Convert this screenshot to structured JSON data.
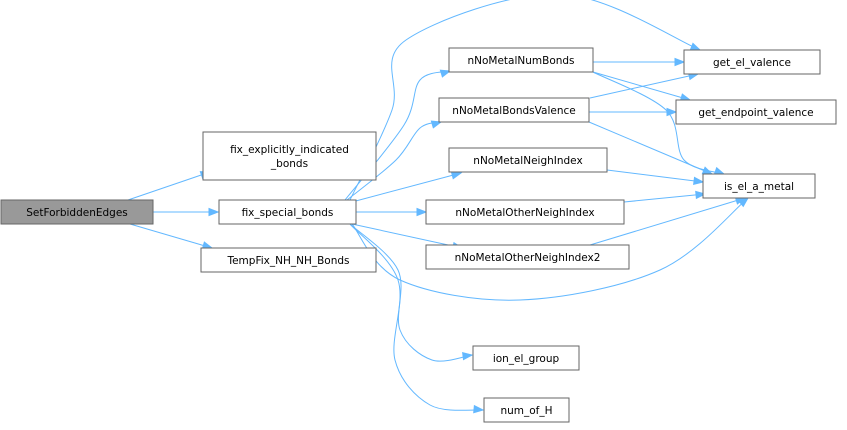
{
  "colors": {
    "node_fill": "#ffffff",
    "root_fill": "#999999",
    "node_border": "#666666",
    "edge": "#63b8ff"
  },
  "nodes": {
    "SetForbiddenEdges": {
      "label": "SetForbiddenEdges",
      "root": true
    },
    "fix_explicitly": {
      "label": [
        "fix_explicitly_indicated",
        "_bonds"
      ]
    },
    "fix_special_bonds": {
      "label": "fix_special_bonds"
    },
    "TempFix": {
      "label": "TempFix_NH_NH_Bonds"
    },
    "nNoMetalNumBonds": {
      "label": "nNoMetalNumBonds"
    },
    "nNoMetalBondsValence": {
      "label": "nNoMetalBondsValence"
    },
    "nNoMetalNeighIndex": {
      "label": "nNoMetalNeighIndex"
    },
    "nNoMetalOtherNeighIndex": {
      "label": "nNoMetalOtherNeighIndex"
    },
    "nNoMetalOtherNeighIndex2": {
      "label": "nNoMetalOtherNeighIndex2"
    },
    "ion_el_group": {
      "label": "ion_el_group"
    },
    "num_of_H": {
      "label": "num_of_H"
    },
    "get_el_valence": {
      "label": "get_el_valence"
    },
    "get_endpoint_valence": {
      "label": "get_endpoint_valence"
    },
    "is_el_a_metal": {
      "label": "is_el_a_metal"
    }
  },
  "edges": [
    [
      "SetForbiddenEdges",
      "fix_explicitly"
    ],
    [
      "SetForbiddenEdges",
      "fix_special_bonds"
    ],
    [
      "SetForbiddenEdges",
      "TempFix"
    ],
    [
      "fix_special_bonds",
      "get_el_valence"
    ],
    [
      "fix_special_bonds",
      "nNoMetalNumBonds"
    ],
    [
      "fix_special_bonds",
      "nNoMetalBondsValence"
    ],
    [
      "fix_special_bonds",
      "nNoMetalNeighIndex"
    ],
    [
      "fix_special_bonds",
      "nNoMetalOtherNeighIndex"
    ],
    [
      "fix_special_bonds",
      "nNoMetalOtherNeighIndex2"
    ],
    [
      "fix_special_bonds",
      "is_el_a_metal"
    ],
    [
      "fix_special_bonds",
      "ion_el_group"
    ],
    [
      "fix_special_bonds",
      "num_of_H"
    ],
    [
      "nNoMetalNumBonds",
      "get_el_valence"
    ],
    [
      "nNoMetalNumBonds",
      "get_endpoint_valence"
    ],
    [
      "nNoMetalNumBonds",
      "is_el_a_metal"
    ],
    [
      "nNoMetalBondsValence",
      "get_el_valence"
    ],
    [
      "nNoMetalBondsValence",
      "get_endpoint_valence"
    ],
    [
      "nNoMetalBondsValence",
      "is_el_a_metal"
    ],
    [
      "nNoMetalNeighIndex",
      "is_el_a_metal"
    ],
    [
      "nNoMetalOtherNeighIndex",
      "is_el_a_metal"
    ],
    [
      "nNoMetalOtherNeighIndex2",
      "is_el_a_metal"
    ]
  ]
}
